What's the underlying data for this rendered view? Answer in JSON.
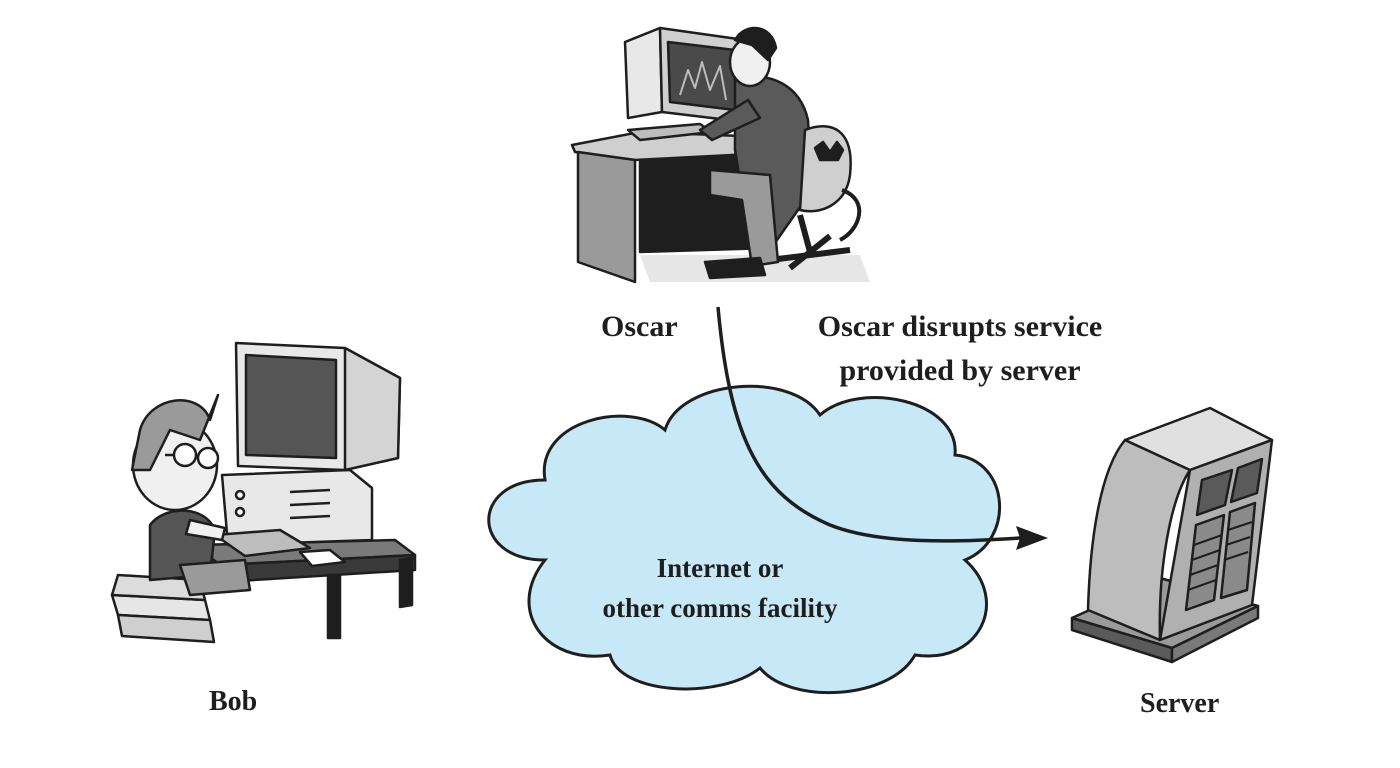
{
  "labels": {
    "oscar": "Oscar",
    "bob": "Bob",
    "server": "Server"
  },
  "annotation": {
    "line1": "Oscar disrupts service",
    "line2": "provided by server"
  },
  "cloud": {
    "line1": "Internet or",
    "line2": "other comms facility"
  },
  "colors": {
    "cloud_fill": "#c7e9f7",
    "ink": "#1e1e1e",
    "panel_gray": "#bdbdbd",
    "dark_gray": "#555555"
  },
  "icons": {
    "attacker": "attacker-at-computer-illustration",
    "user": "user-at-computer-illustration",
    "server": "server-tower-illustration"
  }
}
